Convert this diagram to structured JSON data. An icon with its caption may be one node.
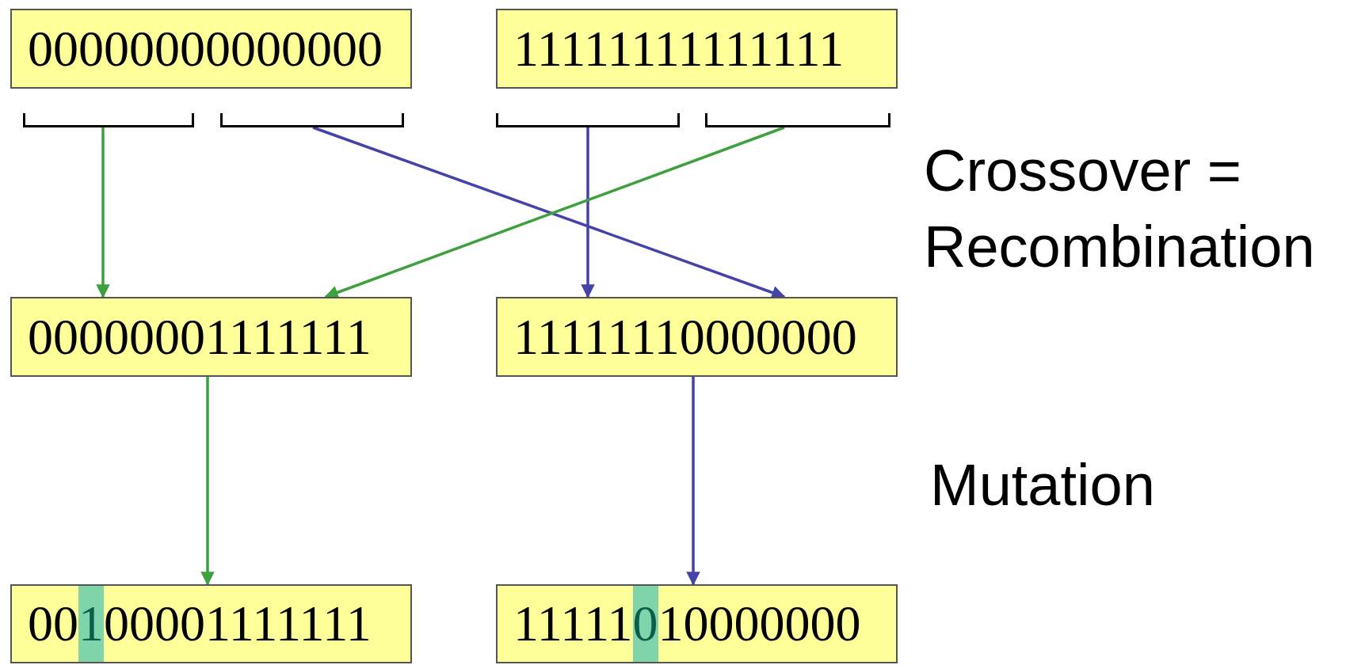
{
  "diagram": {
    "nodes": [
      {
        "text": [
          "00000000000000"
        ]
      },
      {
        "text": [
          "11111111111111"
        ]
      },
      {
        "text": [],
        "shape": "bracket"
      },
      {
        "text": [],
        "shape": "bracket"
      },
      {
        "text": [],
        "shape": "bracket"
      },
      {
        "text": [],
        "shape": "bracket"
      },
      {
        "text": [
          "00000001111111"
        ]
      },
      {
        "text": [
          "11111110000000"
        ]
      },
      {
        "text": [
          "00100001111111"
        ]
      },
      {
        "text": [
          "11111010000000"
        ]
      }
    ],
    "edges": [
      {
        "from": 2,
        "to": 6,
        "arrow": "to",
        "color": "#3fa040"
      },
      {
        "from": 3,
        "to": 7,
        "arrow": "to",
        "color": "#4343a8"
      },
      {
        "from": 4,
        "to": 7,
        "arrow": "to",
        "color": "#4343a8"
      },
      {
        "from": 5,
        "to": 6,
        "arrow": "to",
        "color": "#3fa040"
      },
      {
        "from": 6,
        "to": 8,
        "arrow": "to",
        "color": "#3fa040"
      },
      {
        "from": 7,
        "to": 9,
        "arrow": "to",
        "color": "#4343a8"
      }
    ],
    "labels": [
      "Crossover = Recombination",
      "Mutation"
    ]
  }
}
